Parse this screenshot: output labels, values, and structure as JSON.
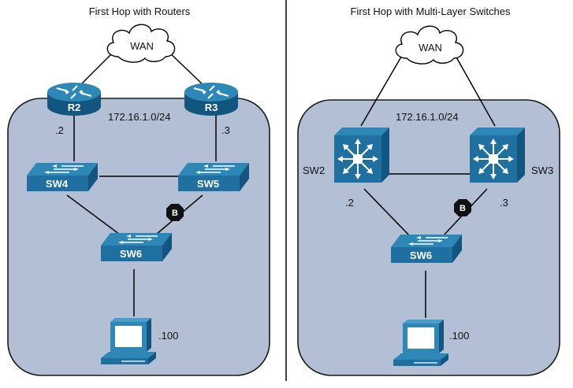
{
  "left_panel": {
    "title": "First Hop with Routers",
    "wan": "WAN",
    "subnet": "172.16.1.0/24",
    "r2": {
      "label": "R2",
      "addr": ".2"
    },
    "r3": {
      "label": "R3",
      "addr": ".3"
    },
    "sw4": "SW4",
    "sw5": "SW5",
    "sw6": "SW6",
    "blocked": "B",
    "host_addr": ".100"
  },
  "right_panel": {
    "title": "First Hop with Multi-Layer Switches",
    "wan": "WAN",
    "subnet": "172.16.1.0/24",
    "sw2": {
      "label": "SW2",
      "addr": ".2"
    },
    "sw3": {
      "label": "SW3",
      "addr": ".3"
    },
    "sw6": "SW6",
    "blocked": "B",
    "host_addr": ".100"
  },
  "colors": {
    "device_top": "#2d88b8",
    "device_side": "#12557f",
    "network_fill": "#b3bfd4"
  }
}
